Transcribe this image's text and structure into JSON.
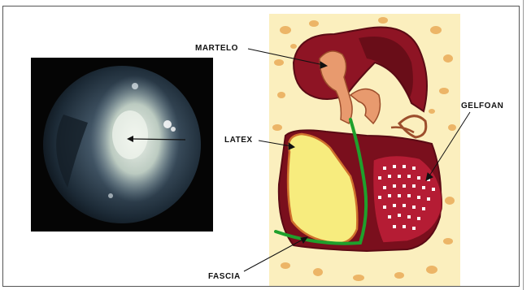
{
  "labels": {
    "martelo": "MARTELO",
    "latex": "LATEX",
    "gelfoan": "GELFOAN",
    "fascia": "FASCIA"
  },
  "colors": {
    "pad_red": "#a8102a",
    "cavity_dark": "#5a0a14",
    "latex_yellow": "#f7ec7e",
    "fascia_green": "#1fa02c",
    "bone_cream": "#fbefbe"
  }
}
